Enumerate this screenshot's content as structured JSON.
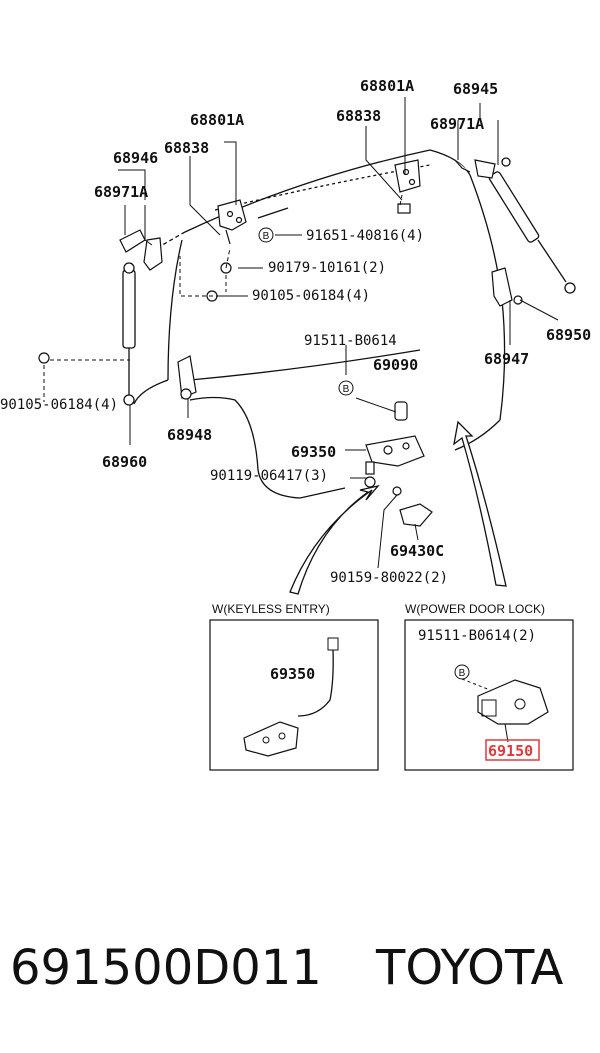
{
  "diagram": {
    "labels": {
      "p68801A_top": "68801A",
      "p68945": "68945",
      "p68838_right": "68838",
      "p68971A_right": "68971A",
      "p68801A_left": "68801A",
      "p68946": "68946",
      "p68838_left": "68838",
      "p68971A_left": "68971A",
      "p91651": "91651-40816(4)",
      "p90179": "90179-10161(2)",
      "p90105_mid": "90105-06184(4)",
      "p68950": "68950",
      "p91511_top": "91511-B0614",
      "p69090": "69090",
      "p68947": "68947",
      "p90105_left": "90105-06184(4)",
      "p68948": "68948",
      "p68960": "68960",
      "p69350_top": "69350",
      "p90119": "90119-06417(3)",
      "p69430C": "69430C",
      "p90159": "90159-80022(2)",
      "p69350_box": "69350",
      "p91511_box": "91511-B0614(2)",
      "p69150": "69150"
    },
    "markers": {
      "b": "B"
    },
    "boxes": {
      "keyless": "W(KEYLESS ENTRY)",
      "power": "W(POWER DOOR LOCK)"
    }
  },
  "footer": {
    "part_number": "691500D011",
    "brand": "TOYOTA"
  },
  "colors": {
    "highlight": "#e23a3a",
    "ink": "#111111"
  }
}
